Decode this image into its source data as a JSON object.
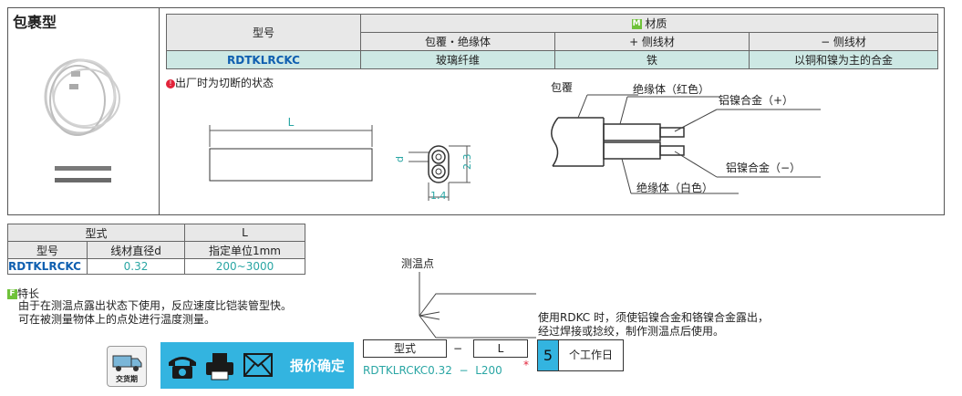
{
  "product": {
    "title": "包裹型",
    "note": "出厂时为切断的状态"
  },
  "spec_table": {
    "model_header": "型号",
    "material_icon": "M",
    "material_header": "材质",
    "sub_headers": [
      "包覆・绝缘体",
      "+ 侧线材",
      "− 侧线材"
    ],
    "row": {
      "model": "RDTKLRCKC",
      "values": [
        "玻璃纤维",
        "铁",
        "以铜和镍为主的合金"
      ]
    }
  },
  "drawing": {
    "length_label": "L",
    "dim_d": "d",
    "dim_23": "2.3",
    "dim_14": "1.4",
    "labels": {
      "sheath": "包覆",
      "insulator_red": "绝缘体（红色）",
      "alumel_plus": "铝镍合金（+）",
      "alumel_minus": "铝镍合金（−）",
      "insulator_white": "绝缘体（白色）"
    }
  },
  "size_table": {
    "type_header": "型式",
    "l_header": "L",
    "col_headers": [
      "型号",
      "线材直径d",
      "指定单位1mm"
    ],
    "row": {
      "model": "RDTKLRCKC",
      "diameter": "0.32",
      "range": "200~3000"
    }
  },
  "features": {
    "icon": "F",
    "title": "特长",
    "lines": [
      "由于在测温点露出状态下使用，反应速度比铠装管型快。",
      "可在被测量物体上的点处进行温度测量。"
    ]
  },
  "measure": {
    "point_label": "测温点",
    "usage_lines": [
      "使用RDKC 时，须使铝镍合金和铬镍合金露出，",
      "经过焊接或捻绞，制作测温点后使用。"
    ]
  },
  "order": {
    "delivery_label": "交货期",
    "quote_label": "报价确定",
    "type_label": "型式",
    "dash": "−",
    "l_label": "L",
    "example": "RDTKLRCKC0.32  −  L200",
    "asterisk": "*",
    "days": "5",
    "days_label": "个工作日"
  },
  "colors": {
    "accent_blue": "#33b4e0",
    "teal_row": "#cde8e4",
    "model_blue": "#0f5fb0",
    "teal_text": "#2aa6a4"
  }
}
